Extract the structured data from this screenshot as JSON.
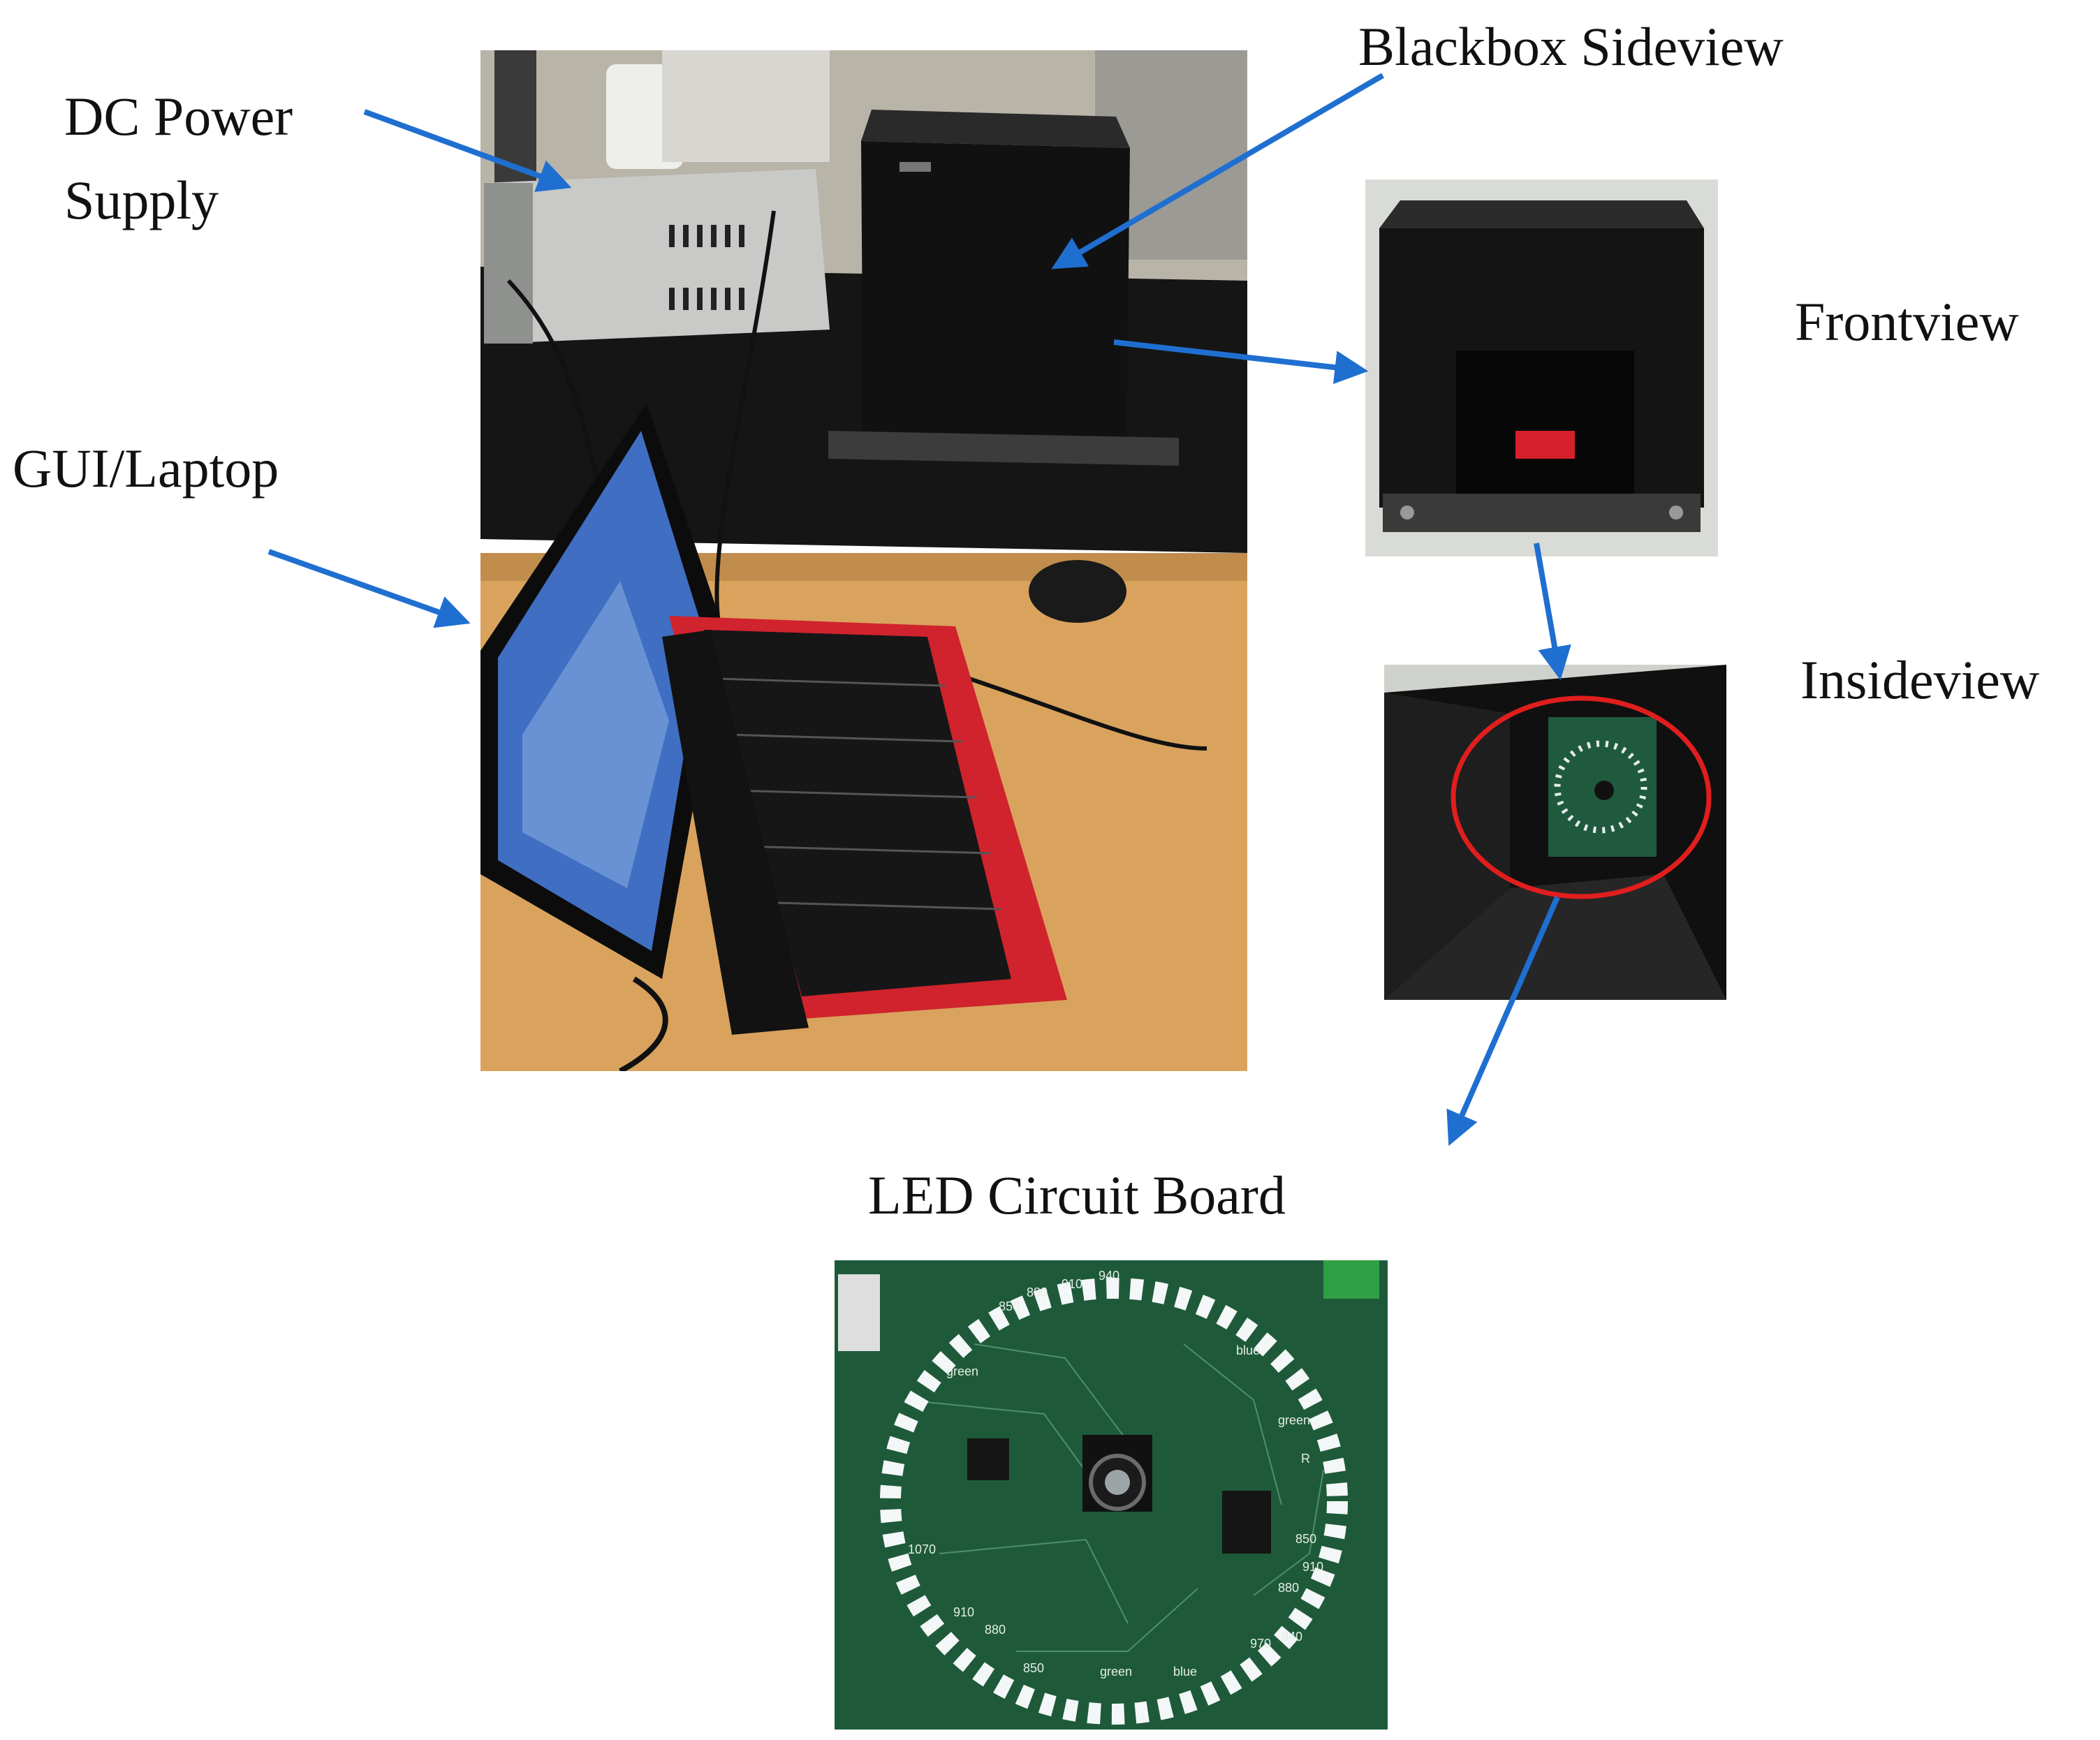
{
  "labels": {
    "dc_power_line1": "DC Power",
    "dc_power_line2": "Supply",
    "blackbox_sideview": "Blackbox Sideview",
    "gui_laptop": "GUI/Laptop",
    "frontview": "Frontview",
    "insideview": "Insideview",
    "led_circuit_board": "LED Circuit Board"
  },
  "board_markings": [
    "850",
    "880",
    "910",
    "940",
    "940",
    "850",
    "green",
    "blue",
    "green",
    "1070",
    "910",
    "880",
    "970",
    "850",
    "880",
    "910",
    "green",
    "blue",
    "R"
  ],
  "colors": {
    "arrow": "#1f6fd0",
    "highlight_circle": "#e01e1e",
    "board_green": "#1e5a3a",
    "laptop_red": "#d0232e",
    "box_black": "#141414",
    "table_wood": "#d9a35e"
  }
}
